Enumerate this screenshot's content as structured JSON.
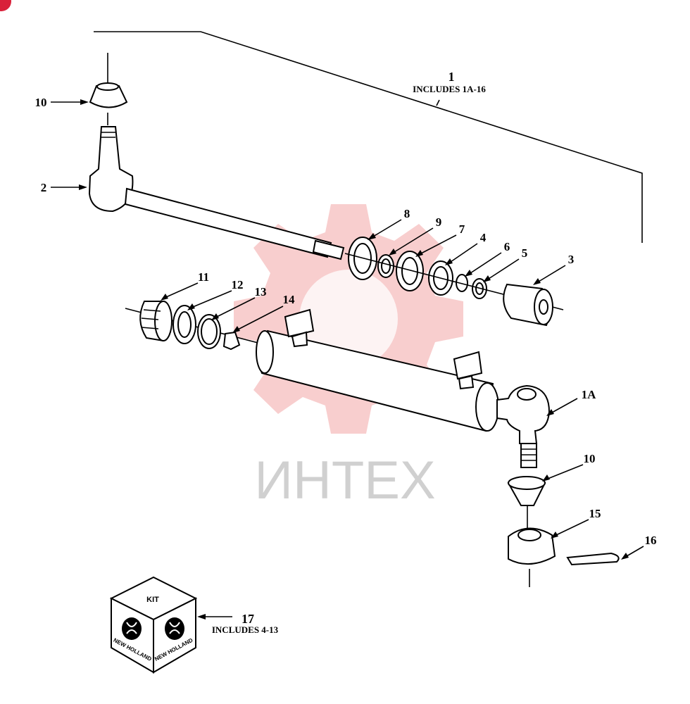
{
  "badge": {
    "color": "#d9213a"
  },
  "watermark": {
    "text": "ИНТЕХ",
    "color": "#f2a6a6",
    "icon": "gear-wrench-icon"
  },
  "assembly": {
    "number": "1",
    "note": "INCLUDES 1A-16"
  },
  "callouts": {
    "c10_top": "10",
    "c2": "2",
    "c8": "8",
    "c9": "9",
    "c7": "7",
    "c4": "4",
    "c6": "6",
    "c5": "5",
    "c3": "3",
    "c11": "11",
    "c12": "12",
    "c13": "13",
    "c14": "14",
    "c1a": "1A",
    "c10_bottom": "10",
    "c15": "15",
    "c16": "16"
  },
  "kit": {
    "number": "17",
    "note": "INCLUDES 4-13",
    "box_label": "KIT",
    "brand_left": "NEW HOLLAND",
    "brand_right": "NEW HOLLAND"
  }
}
